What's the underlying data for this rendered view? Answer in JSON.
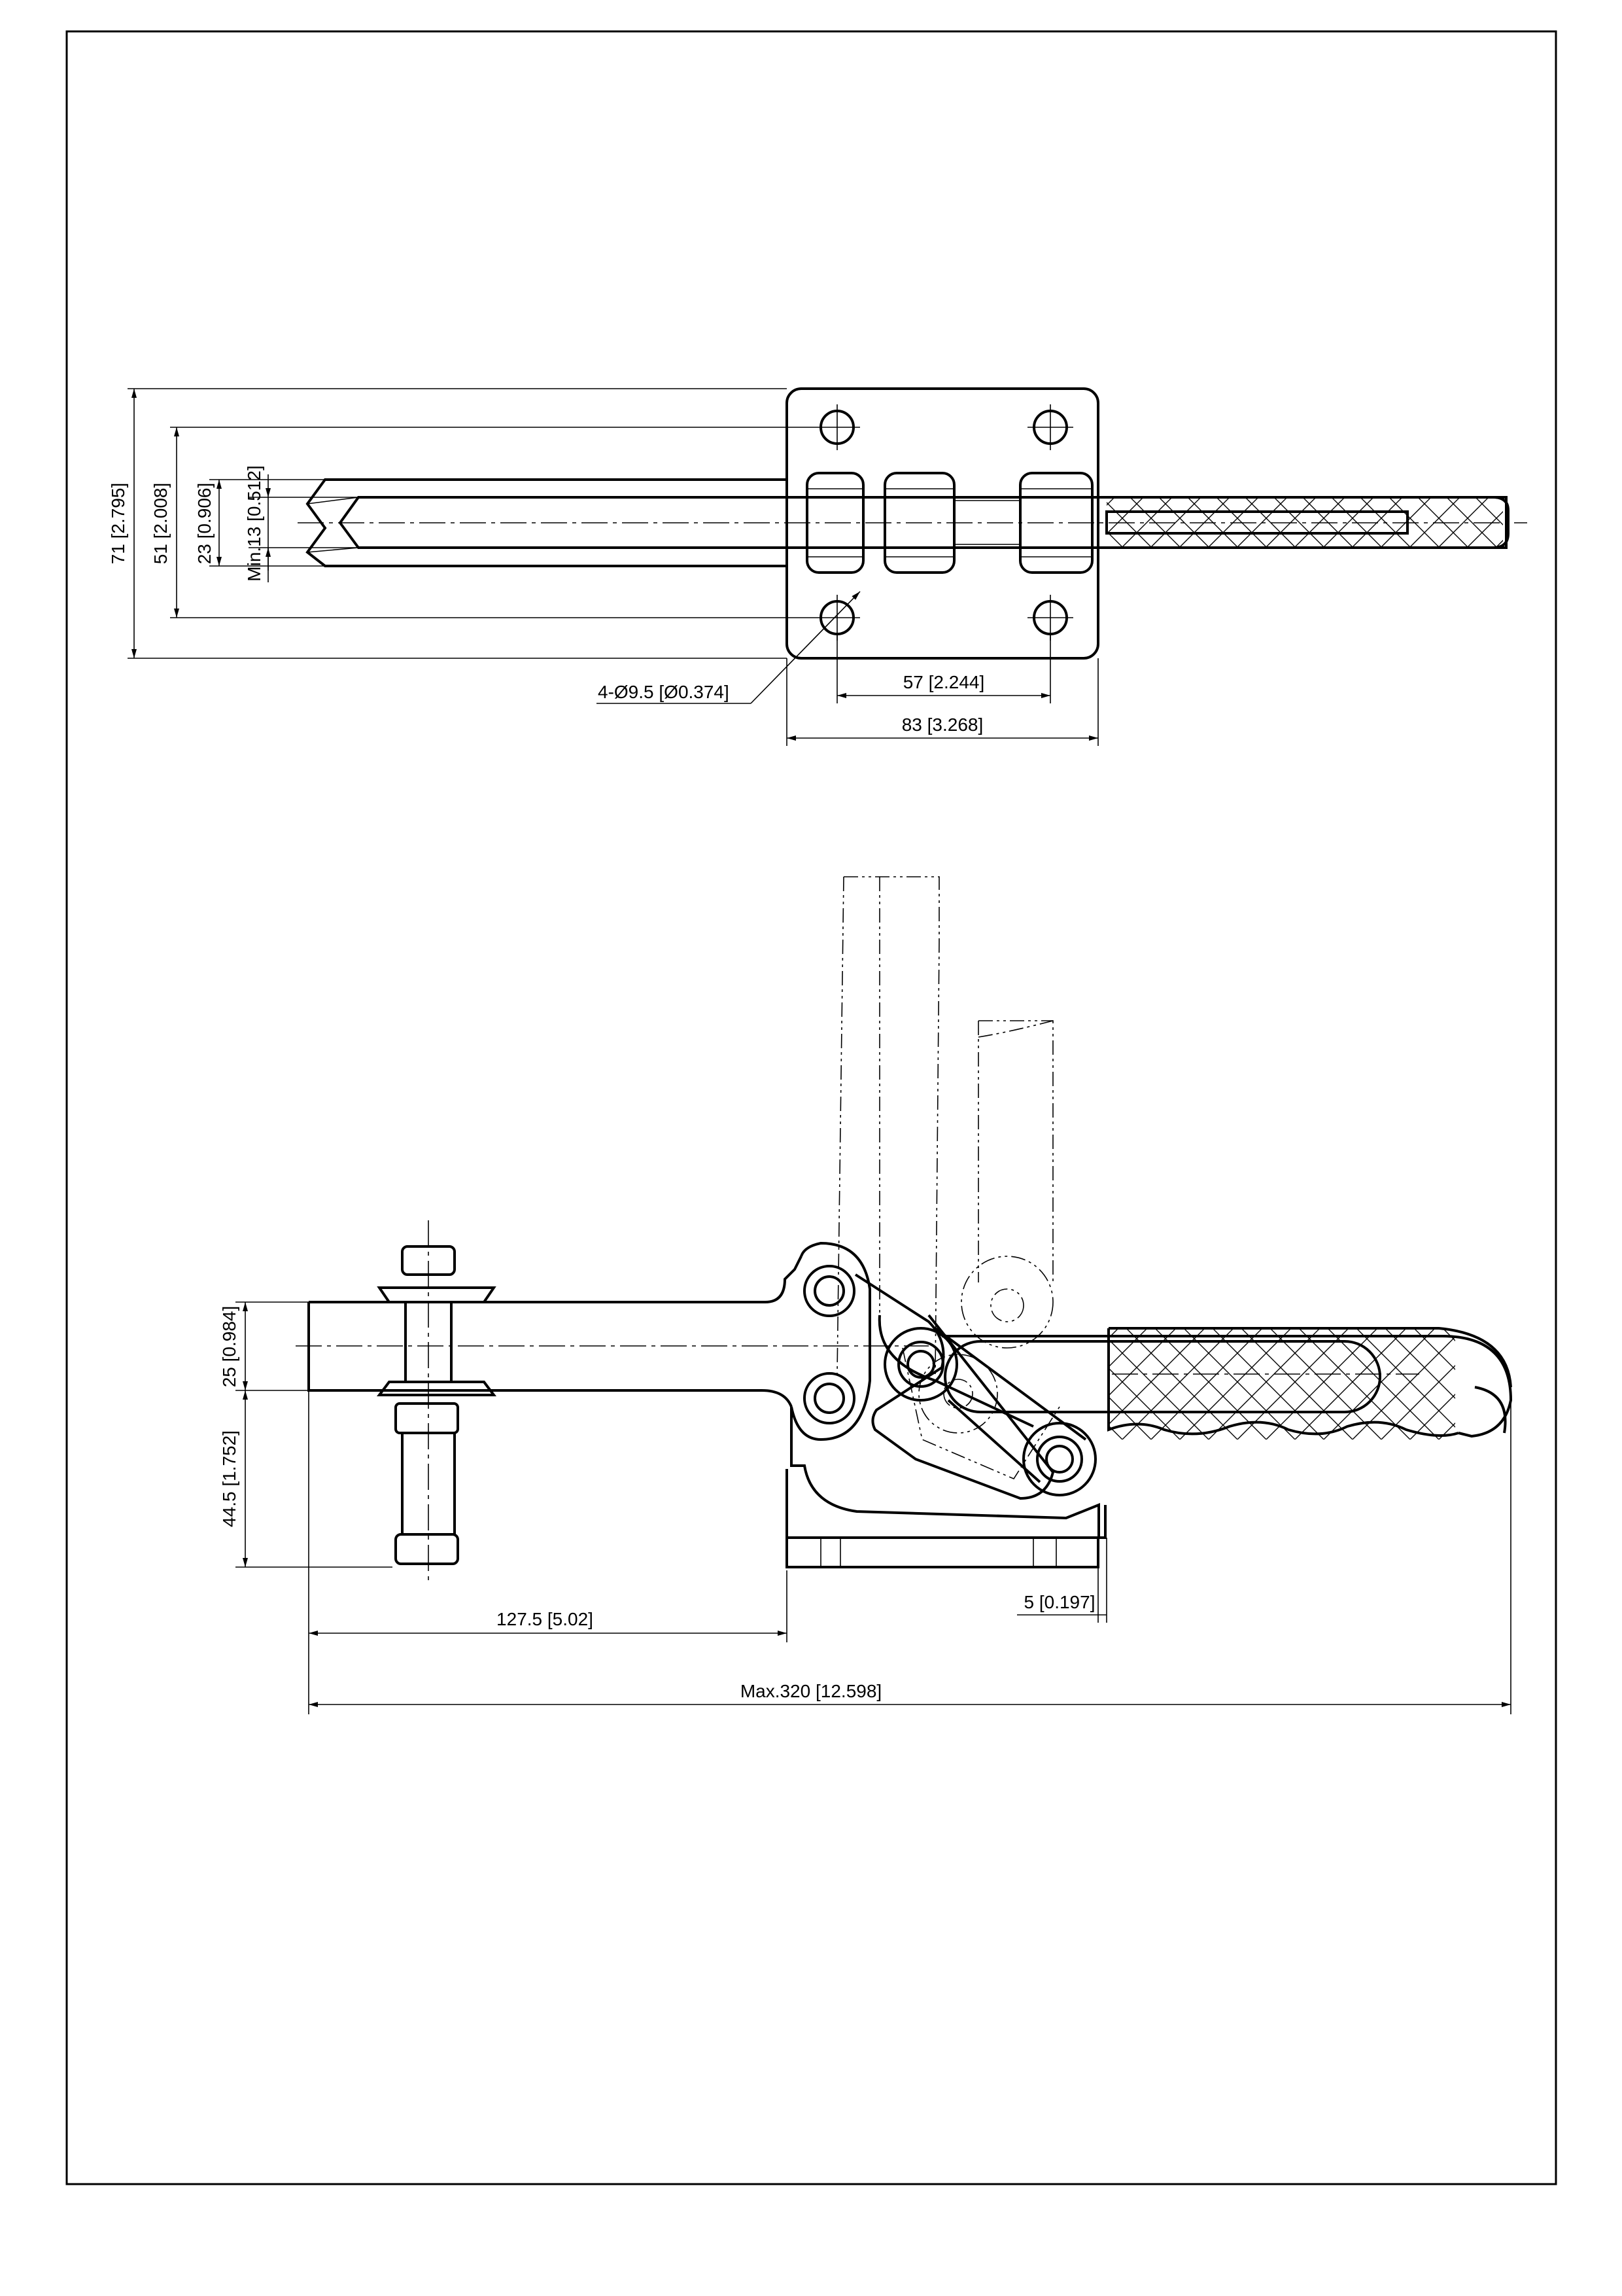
{
  "dimensions": {
    "top_view": {
      "overall_height": "71 [2.795]",
      "hole_spacing_vertical": "51 [2.008]",
      "arm_width": "23 [0.906]",
      "min_width": "Min.13 [0.512]",
      "hole_diameter": "4-Ø9.5 [Ø0.374]",
      "hole_spacing_horizontal": "57 [2.244]",
      "base_width": "83 [3.268]"
    },
    "side_view": {
      "arm_height": "25 [0.984]",
      "base_height": "44.5 [1.752]",
      "reach": "127.5 [5.02]",
      "base_thickness": "5 [0.197]",
      "max_length": "Max.320 [12.598]"
    }
  }
}
